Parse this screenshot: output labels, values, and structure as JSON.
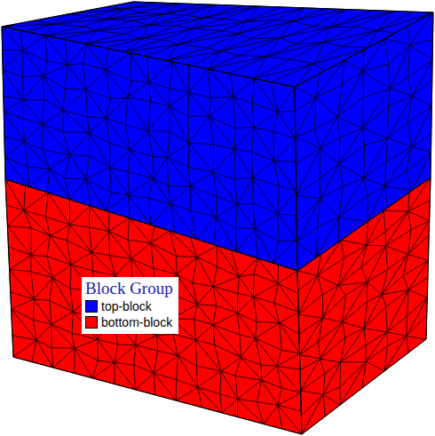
{
  "diagram": {
    "labels": [
      "Block Group"
    ],
    "legend": [
      {
        "text": "top-block",
        "color": "#0000ff"
      },
      {
        "text": "bottom-block",
        "color": "#ff0000"
      }
    ]
  }
}
